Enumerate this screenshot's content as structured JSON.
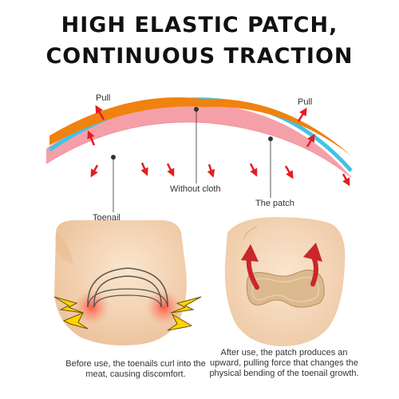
{
  "title": {
    "line1": "HIGH ELASTIC PATCH,",
    "line2": "CONTINUOUS TRACTION"
  },
  "diagram": {
    "pull_left": "Pull",
    "pull_right": "Pull",
    "without_cloth": "Without cloth",
    "the_patch": "The patch",
    "toenail": "Toenail"
  },
  "captions": {
    "before": "Before use, the toenails curl into the meat, causing discomfort.",
    "after": "After use, the patch produces an upward, pulling force that changes the physical bending of the toenail growth."
  },
  "colors": {
    "arc_orange": "#f0820f",
    "arc_cyan": "#3fc3e6",
    "arc_pink": "#f5a0a8",
    "arrow_red": "#e21d22",
    "skin": "#f4d9bc",
    "patch": "#d9b58a",
    "spark_yellow": "#ffd400"
  }
}
